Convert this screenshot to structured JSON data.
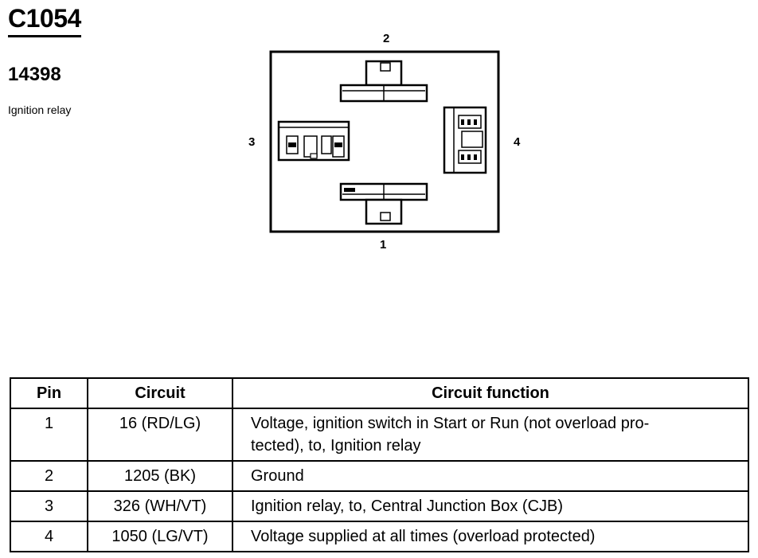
{
  "header": {
    "connector_id": "C1054",
    "part_number": "14398",
    "component_name": "Ignition relay"
  },
  "diagram": {
    "pin_labels": {
      "top": "2",
      "left": "3",
      "right": "4",
      "bottom": "1"
    }
  },
  "table": {
    "headers": {
      "pin": "Pin",
      "circuit": "Circuit",
      "function": "Circuit function"
    },
    "rows": [
      {
        "pin": "1",
        "circuit": "16 (RD/LG)",
        "function": "Voltage, ignition switch in Start or Run (not overload pro-\ntected), to, Ignition relay"
      },
      {
        "pin": "2",
        "circuit": "1205 (BK)",
        "function": "Ground"
      },
      {
        "pin": "3",
        "circuit": "326 (WH/VT)",
        "function": "Ignition relay, to, Central Junction Box (CJB)"
      },
      {
        "pin": "4",
        "circuit": "1050 (LG/VT)",
        "function": "Voltage supplied at all times (overload protected)"
      }
    ]
  }
}
